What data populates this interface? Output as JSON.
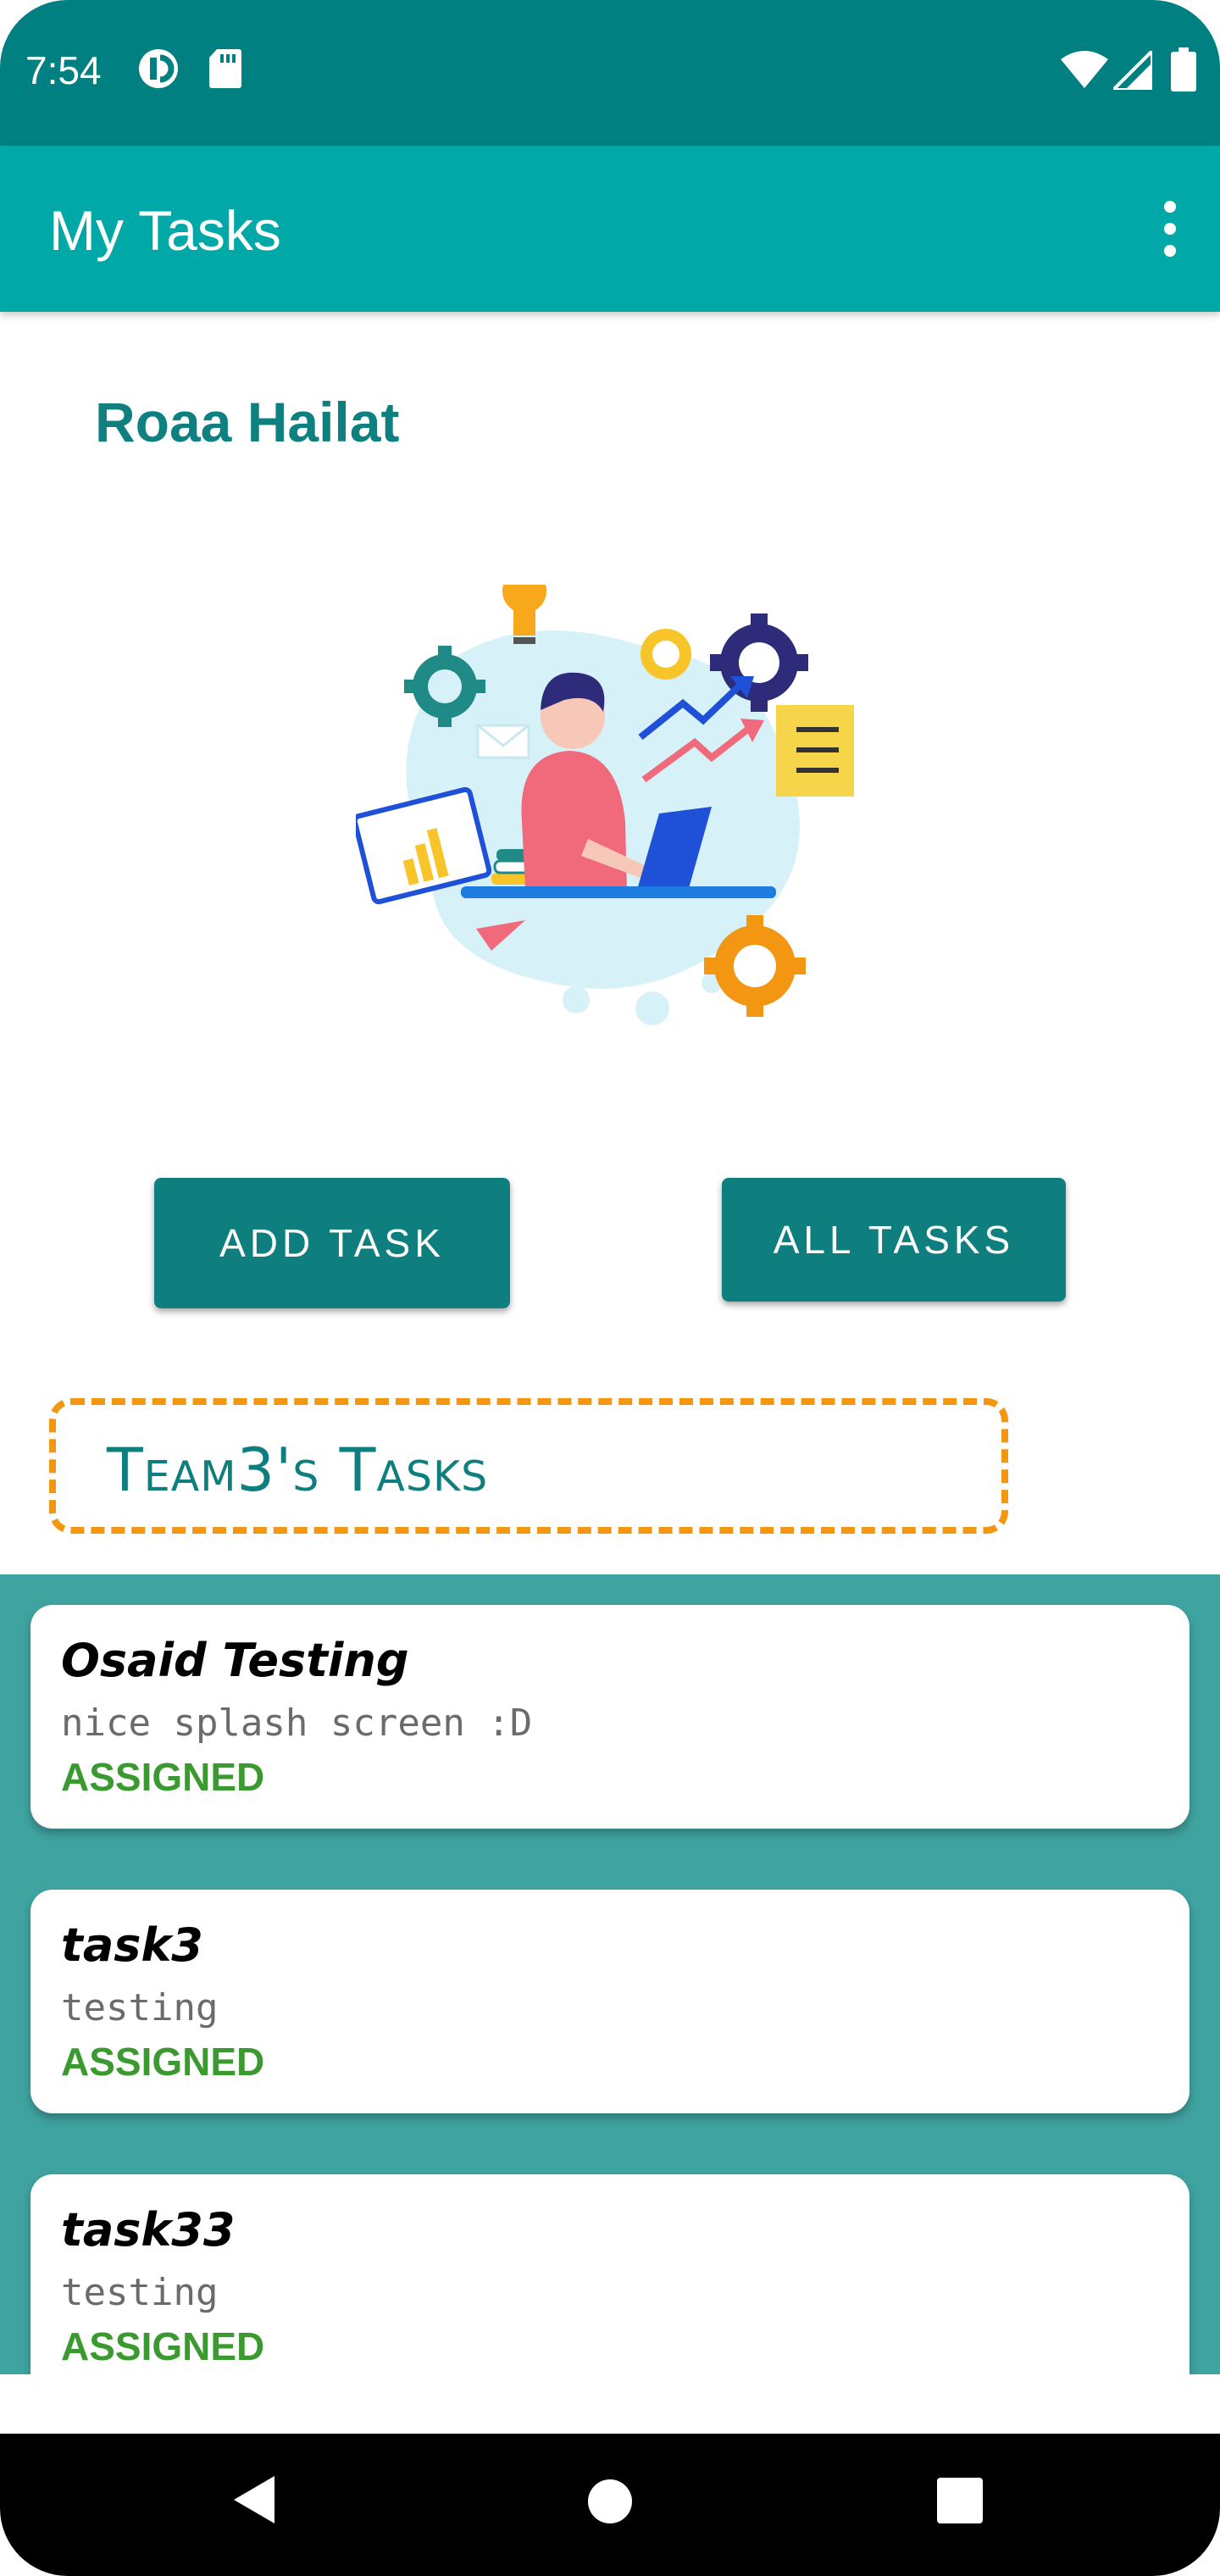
{
  "status_bar": {
    "time": "7:54",
    "icons": [
      "data-saver-icon",
      "sd-card-icon",
      "wifi-icon",
      "cellular-signal-icon",
      "battery-icon"
    ]
  },
  "app_bar": {
    "title": "My Tasks",
    "menu_icon": "overflow-menu-icon"
  },
  "user": {
    "name": "Roaa Hailat"
  },
  "actions": {
    "add_task_label": "ADD TASK",
    "all_tasks_label": "ALL TASKS"
  },
  "team": {
    "title": "Team3's Tasks"
  },
  "tasks": [
    {
      "title": "Osaid Testing",
      "body": "nice splash screen :D",
      "status": "ASSIGNED"
    },
    {
      "title": "task3",
      "body": "testing",
      "status": "ASSIGNED"
    },
    {
      "title": "task33",
      "body": "testing",
      "status": "ASSIGNED"
    }
  ],
  "colors": {
    "status_bar": "#008080",
    "app_bar": "#00A8A8",
    "accent_teal": "#0E7F7E",
    "dashed_border": "#F39612",
    "tasks_background": "#3FA3A0",
    "status_assigned": "#3A9A2F"
  },
  "nav_bar": {
    "icons": [
      "back-icon",
      "home-icon",
      "recents-icon"
    ]
  }
}
